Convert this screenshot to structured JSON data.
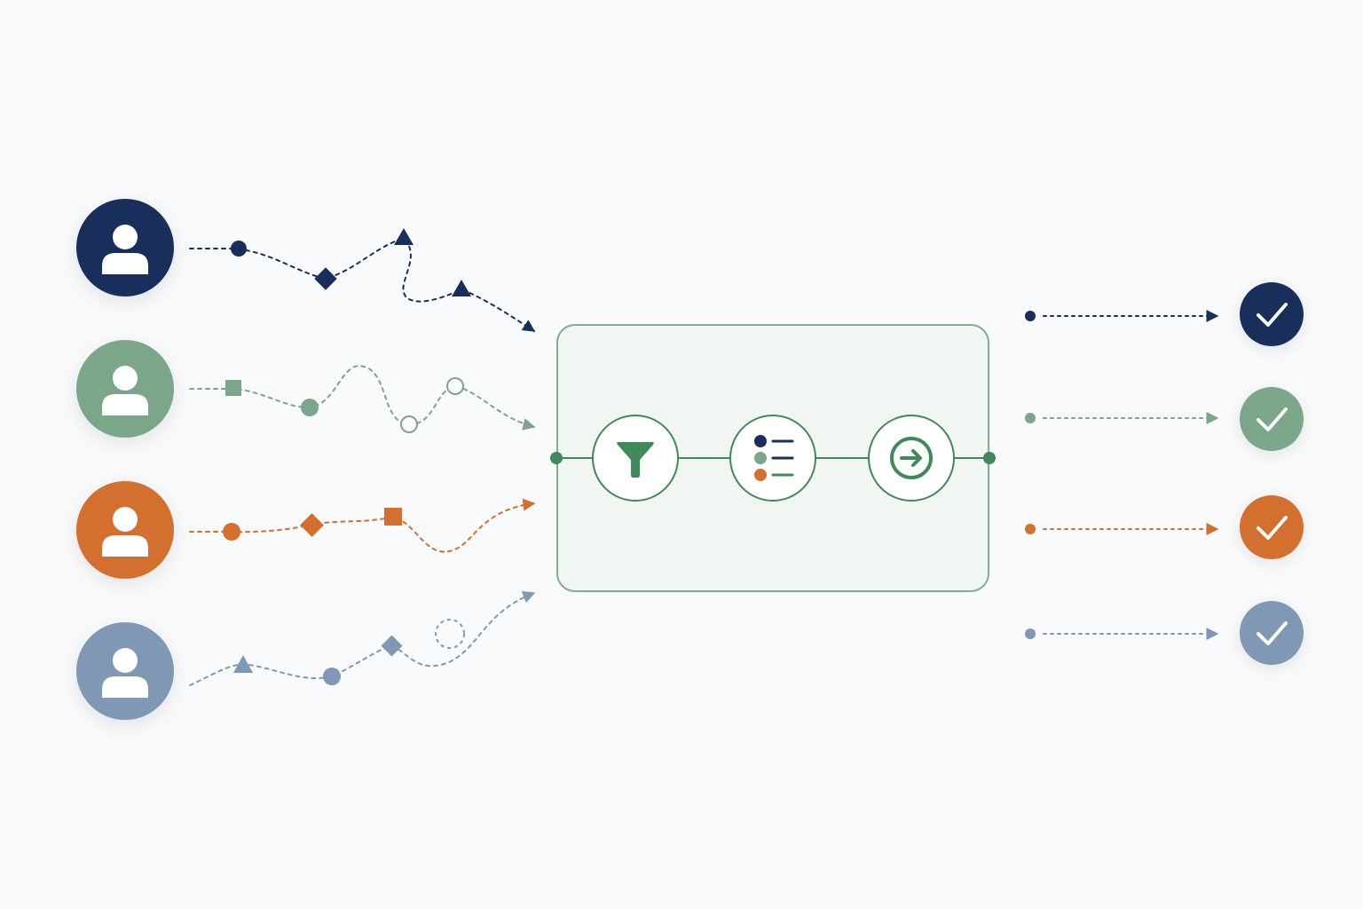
{
  "colors": {
    "background": "#f9fafb",
    "navy": "#172f5a",
    "sage": "#7ba68a",
    "orange": "#d3702f",
    "slate": "#7f98b4",
    "green": "#3f8a58",
    "panel_fill": "#f1f6f2",
    "panel_stroke": "#7fb08e"
  },
  "sources": [
    {
      "id": "navy",
      "color": "#172f5a",
      "icon": "person-icon",
      "markers": [
        "circle",
        "diamond",
        "triangle",
        "triangle"
      ]
    },
    {
      "id": "sage",
      "color": "#7ba68a",
      "icon": "person-icon",
      "markers": [
        "square",
        "circle",
        "hollow-circle",
        "hollow-circle"
      ]
    },
    {
      "id": "orange",
      "color": "#d3702f",
      "icon": "person-icon",
      "markers": [
        "circle",
        "diamond",
        "square"
      ]
    },
    {
      "id": "slate",
      "color": "#7f98b4",
      "icon": "person-icon",
      "markers": [
        "triangle",
        "circle",
        "diamond",
        "hollow-circle"
      ]
    }
  ],
  "process": {
    "steps": [
      {
        "id": "filter",
        "icon": "funnel-icon"
      },
      {
        "id": "sort",
        "icon": "list-icon",
        "bullet_colors": [
          "#172f5a",
          "#7ba68a",
          "#d3702f"
        ]
      },
      {
        "id": "output",
        "icon": "arrow-right-circle-icon"
      }
    ]
  },
  "outputs": [
    {
      "id": "navy",
      "color": "#172f5a",
      "icon": "check-icon"
    },
    {
      "id": "sage",
      "color": "#7ba68a",
      "icon": "check-icon"
    },
    {
      "id": "orange",
      "color": "#d3702f",
      "icon": "check-icon"
    },
    {
      "id": "slate",
      "color": "#7f98b4",
      "icon": "check-icon"
    }
  ]
}
